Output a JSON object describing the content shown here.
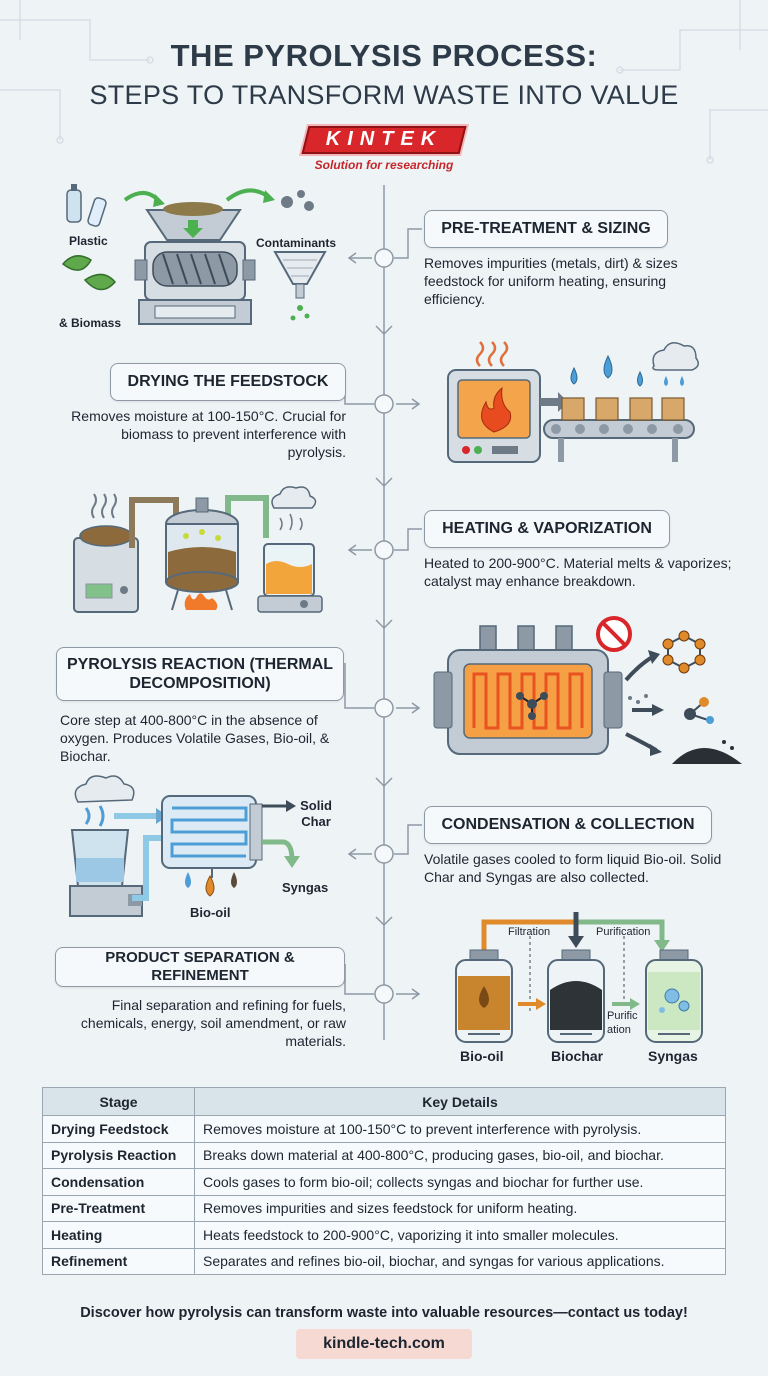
{
  "header": {
    "title": "THE PYROLYSIS PROCESS:",
    "subtitle": "STEPS TO TRANSFORM WASTE INTO VALUE",
    "logo_text": "KINTEK",
    "tagline": "Solution for researching"
  },
  "steps": [
    {
      "title": "PRE-TREATMENT & SIZING",
      "description": "Removes impurities (metals, dirt) & sizes feedstock for uniform heating, ensuring efficiency.",
      "labels": [
        "Plastic",
        "& Biomass",
        "Contaminants"
      ]
    },
    {
      "title": "DRYING THE FEEDSTOCK",
      "description": "Removes moisture at 100-150°C. Crucial for biomass to prevent interference with pyrolysis."
    },
    {
      "title": "HEATING & VAPORIZATION",
      "description": "Heated to 200-900°C. Material melts & vaporizes; catalyst may enhance breakdown."
    },
    {
      "title": "PYROLYSIS REACTION (THERMAL DECOMPOSITION)",
      "description": "Core step at 400-800°C in the absence of oxygen. Produces Volatile Gases, Bio-oil, & Biochar."
    },
    {
      "title": "CONDENSATION & COLLECTION",
      "description": "Volatile gases cooled to form liquid Bio-oil. Solid Char and Syngas are also collected.",
      "labels": [
        "Solid Char",
        "Bio-oil",
        "Syngas"
      ]
    },
    {
      "title": "PRODUCT SEPARATION & REFINEMENT",
      "description": "Final separation and refining for fuels, chemicals, energy, soil amendment, or raw materials.",
      "labels": [
        "Filtration",
        "Purification",
        "Purific ation",
        "Bio-oil",
        "Biochar",
        "Syngas"
      ]
    }
  ],
  "table": {
    "headers": [
      "Stage",
      "Key Details"
    ],
    "rows": [
      [
        "Drying Feedstock",
        "Removes moisture at 100-150°C to prevent interference with pyrolysis."
      ],
      [
        "Pyrolysis Reaction",
        "Breaks down material at 400-800°C, producing gases, bio-oil, and biochar."
      ],
      [
        "Condensation",
        "Cools gases to form bio-oil; collects syngas and biochar for further use."
      ],
      [
        "Pre-Treatment",
        "Removes impurities and sizes feedstock for uniform heating."
      ],
      [
        "Heating",
        "Heats feedstock to 200-900°C, vaporizing it into smaller molecules."
      ],
      [
        "Refinement",
        "Separates and refines bio-oil, biochar, and syngas for various applications."
      ]
    ]
  },
  "footer": {
    "cta": "Discover how pyrolysis can transform waste into valuable resources—contact us today!",
    "url": "kindle-tech.com"
  },
  "colors": {
    "accent_red": "#d9262a",
    "flow_green": "#4caf50",
    "oil_orange": "#e08a2c",
    "steel": "#8d99a5"
  }
}
